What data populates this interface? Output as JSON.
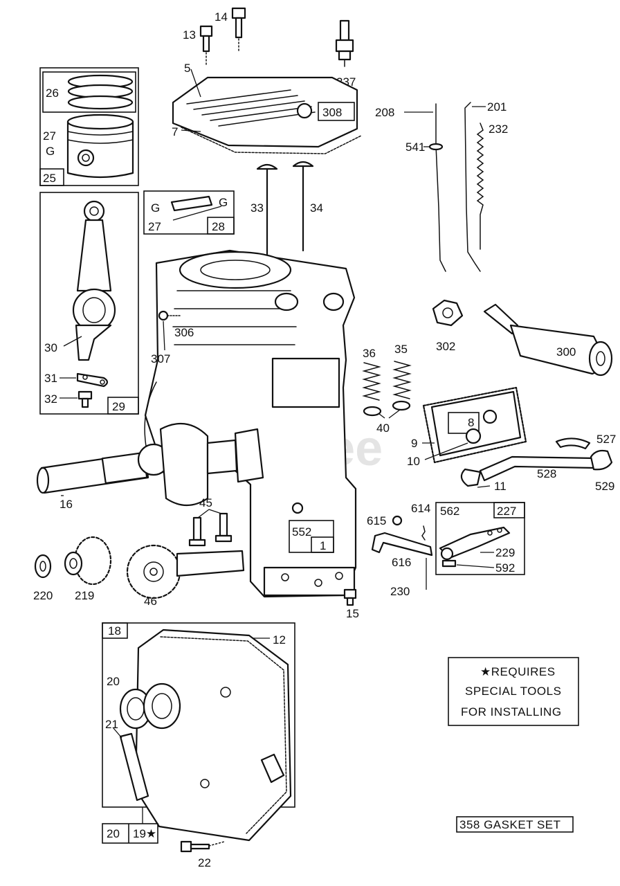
{
  "watermark": "PartsTree",
  "notes": {
    "special_tools_line1": "★REQUIRES",
    "special_tools_line2": "SPECIAL TOOLS",
    "special_tools_line3": "FOR INSTALLING",
    "gasket_set": "358 GASKET SET"
  },
  "labels": {
    "p1": "1",
    "p5": "5",
    "p7": "7",
    "p8": "8",
    "p9": "9",
    "p10": "10",
    "p11": "11",
    "p12": "12",
    "p13": "13",
    "p14": "14",
    "p15": "15",
    "p16": "16",
    "p18": "18",
    "p19": "19★",
    "p20a": "20",
    "p20b": "20",
    "p21": "21",
    "p22": "22",
    "p25": "25",
    "p26": "26",
    "p27a": "27",
    "p27b": "27",
    "p28": "28",
    "p29": "29",
    "p30": "30",
    "p31": "31",
    "p32": "32",
    "p33": "33",
    "p34": "34",
    "p35": "35",
    "p36": "36",
    "p40": "40",
    "p45": "45",
    "p46": "46",
    "p201": "201",
    "p208": "208",
    "p219": "219",
    "p220": "220",
    "p227": "227",
    "p229": "229",
    "p230": "230",
    "p232": "232",
    "p300": "300",
    "p302": "302",
    "p306": "306",
    "p307": "307",
    "p308": "308",
    "p337": "337",
    "p527": "527",
    "p528": "528",
    "p529": "529",
    "p541": "541",
    "p552": "552",
    "p562": "562",
    "p592": "592",
    "p614": "614",
    "p615": "615",
    "p616": "616",
    "g1": "G",
    "g2": "G",
    "g3": "G"
  }
}
